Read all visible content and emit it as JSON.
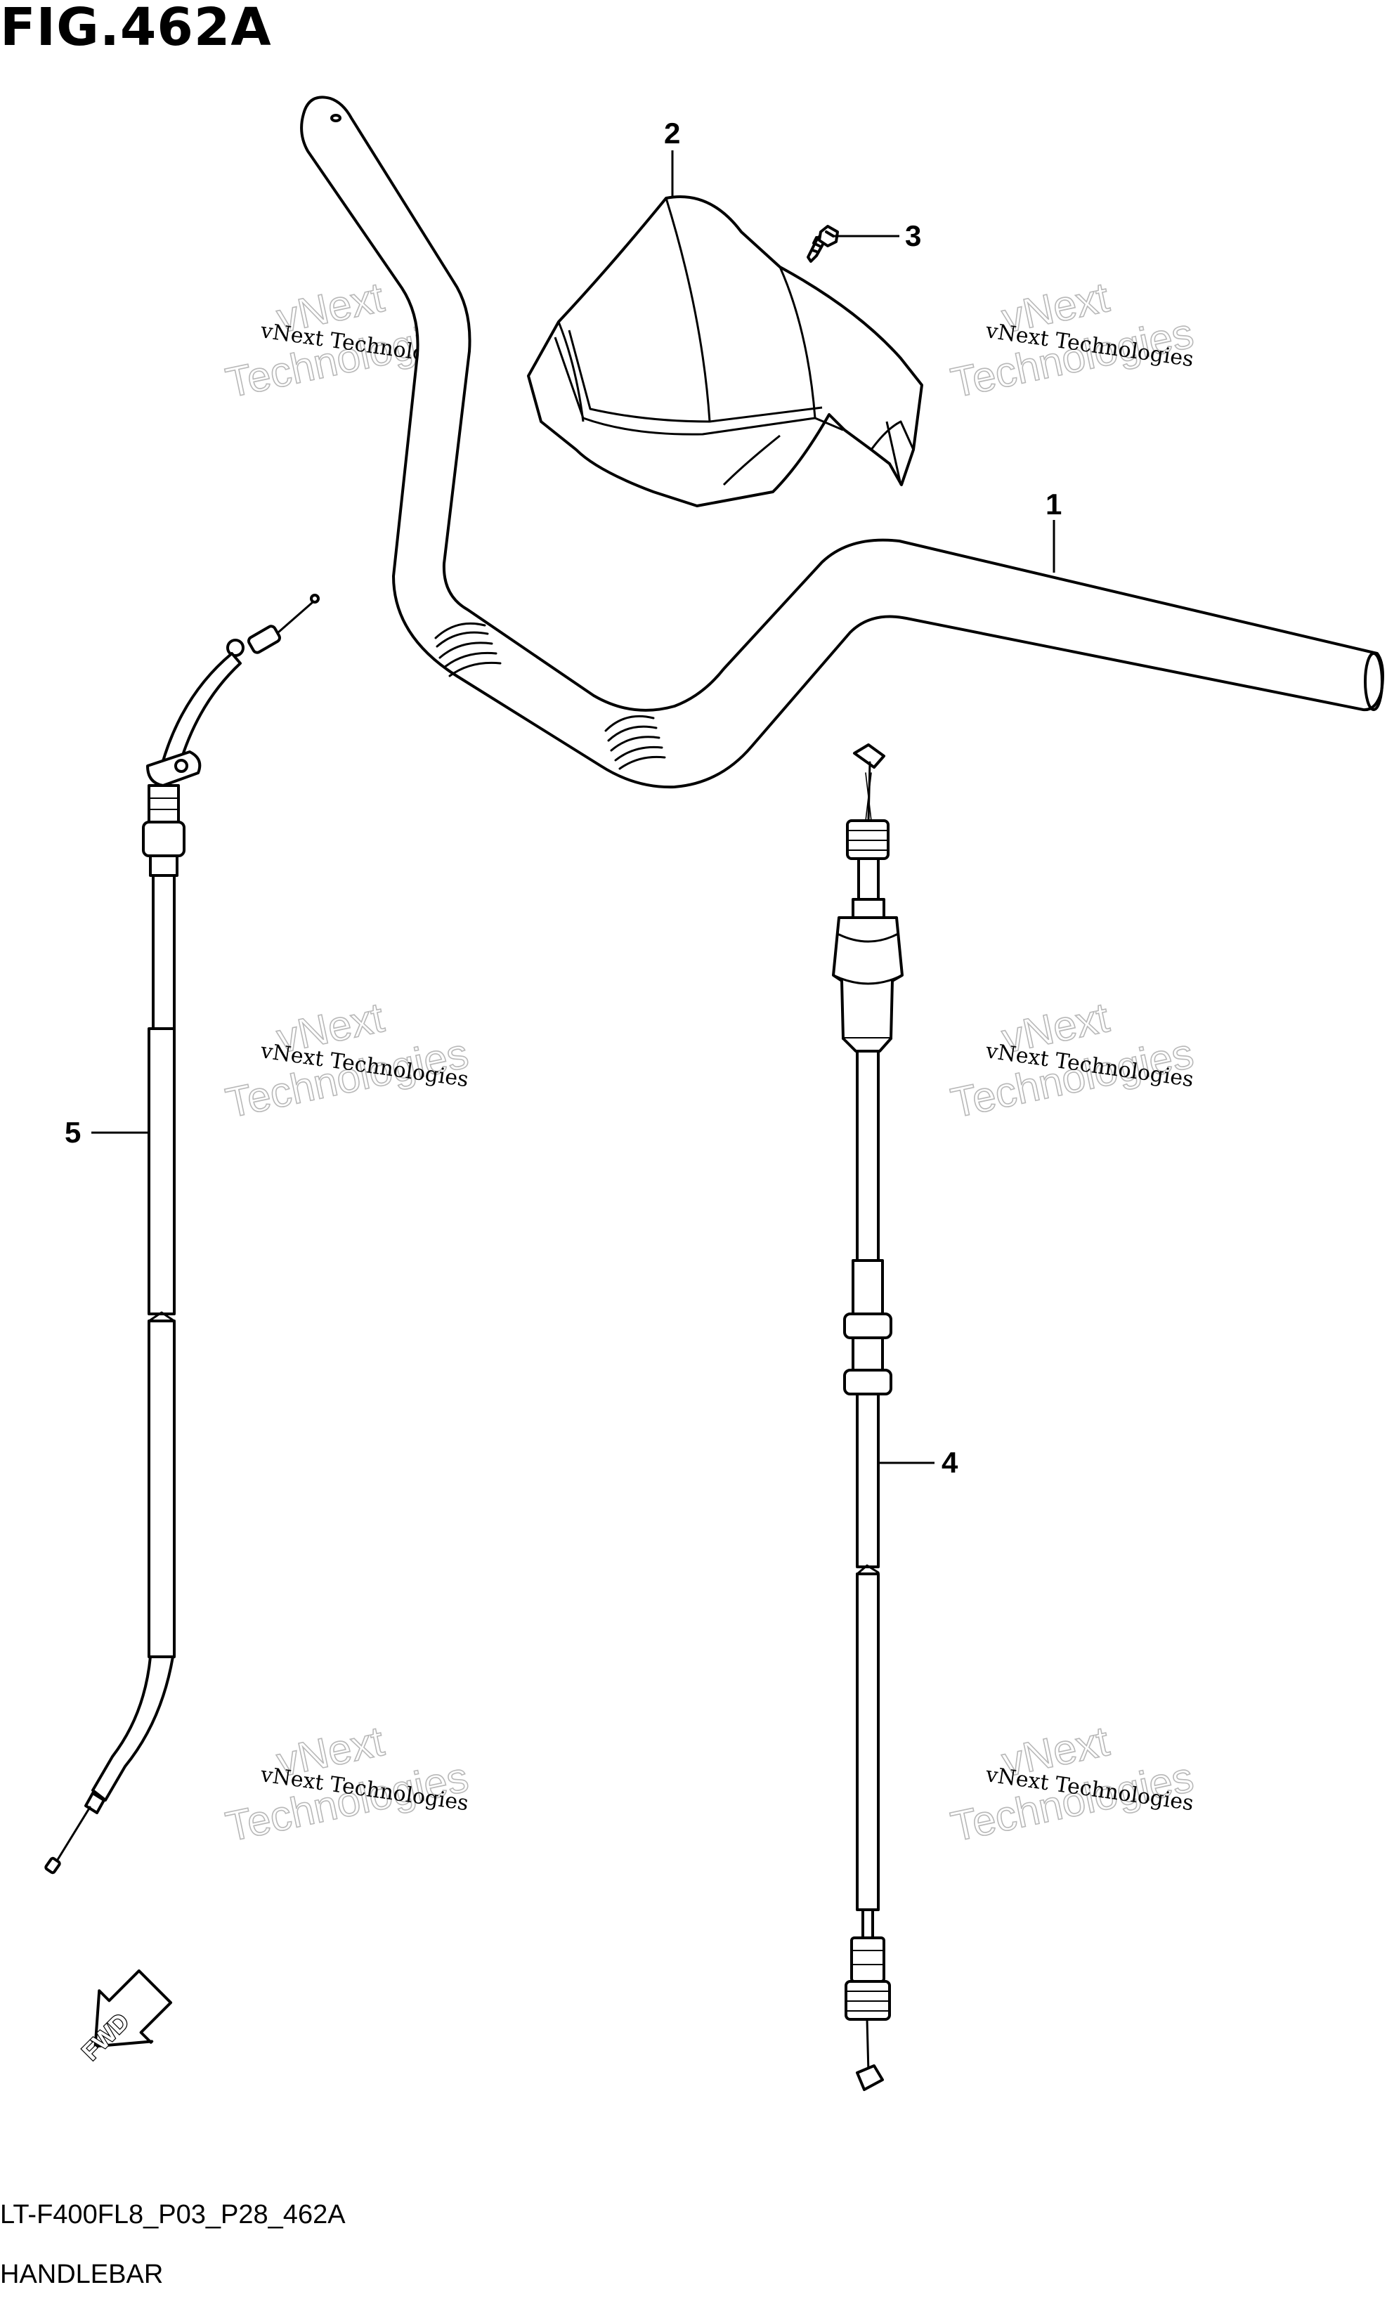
{
  "figure": {
    "title": "FIG.462A",
    "code": "LT-F400FL8_P03_P28_462A",
    "name": "HANDLEBAR"
  },
  "callouts": [
    "1",
    "2",
    "3",
    "4",
    "5"
  ],
  "watermark": {
    "line1": "vNext Technologies",
    "line2a": "vNext",
    "line2b": "Technologies"
  },
  "fwd_label": "FWD"
}
